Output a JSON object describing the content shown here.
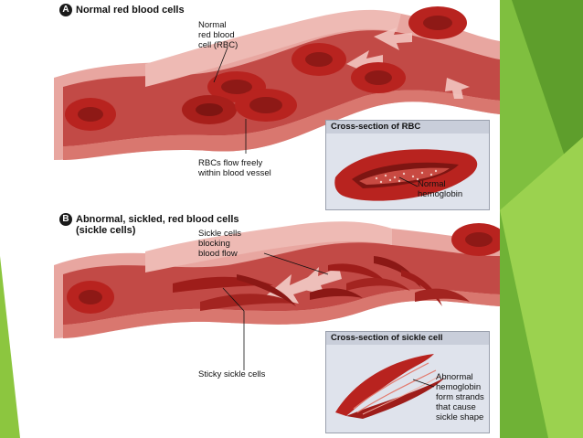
{
  "panel_a": {
    "letter": "A",
    "title": "Normal red blood cells",
    "label_rbc": [
      "Normal",
      "red blood",
      "cell (RBC)"
    ],
    "label_flow": [
      "RBCs flow freely",
      "within blood vessel"
    ],
    "inset_title": "Cross-section of RBC",
    "inset_label": [
      "Normal",
      "hemoglobin"
    ]
  },
  "panel_b": {
    "letter": "B",
    "title": [
      "Abnormal, sickled, red blood cells",
      "(sickle cells)"
    ],
    "label_block": [
      "Sickle cells",
      "blocking",
      "blood flow"
    ],
    "label_sticky": "Sticky sickle cells",
    "inset_title": "Cross-section of sickle cell",
    "inset_label": [
      "Abnormal",
      "hemoglobin",
      "form strands",
      "that cause",
      "sickle shape"
    ]
  },
  "colors": {
    "vessel_outer": "#e8a6a0",
    "vessel_inner": "#c24a46",
    "rbc": "#b8231f",
    "rbc_dark": "#7e1512",
    "inset_bg": "#dfe3ec",
    "slide_green": "#7fbf3f"
  }
}
